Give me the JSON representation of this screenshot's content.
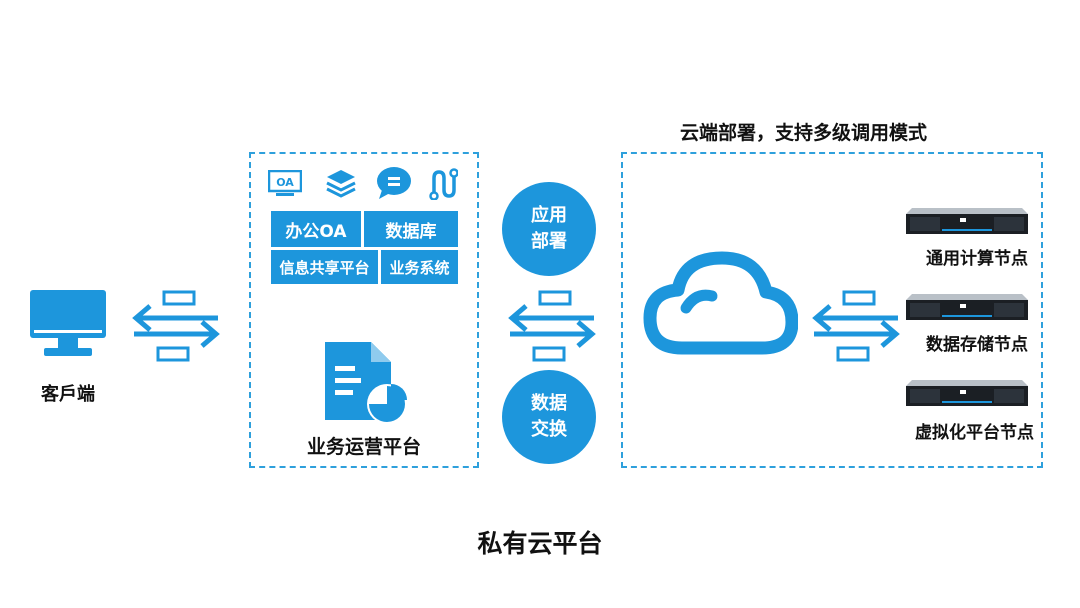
{
  "header": {
    "cloud_caption": "云端部署，支持多级调用模式"
  },
  "client": {
    "label": "客戶端"
  },
  "platform": {
    "label": "业务运营平台",
    "tiles": [
      "办公OA",
      "数据库",
      "信息共享平台",
      "业务系统"
    ],
    "icons": [
      "oa-icon",
      "layers-icon",
      "chat-icon",
      "workflow-icon"
    ]
  },
  "exchange": {
    "top": [
      "应用",
      "部署"
    ],
    "bottom": [
      "数据",
      "交换"
    ]
  },
  "nodes": [
    "通用计算节点",
    "数据存储节点",
    "虚拟化平台节点"
  ],
  "footer": {
    "title": "私有云平台"
  },
  "colors": {
    "accent": "#1d96dc",
    "border": "#2ea0dc"
  }
}
